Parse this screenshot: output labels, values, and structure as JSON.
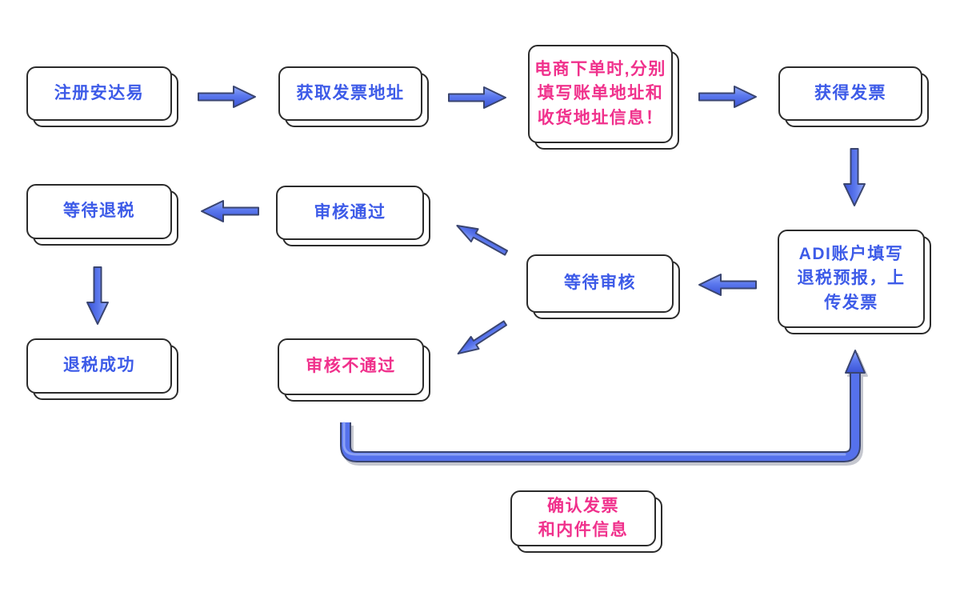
{
  "diagram": {
    "title": "tax refund process flowchart",
    "colors": {
      "primary_text": "#3d5be8",
      "accent_text": "#f0318c",
      "box_fill": "#ffffff",
      "box_border": "#2b2b2b",
      "arrow_fill_light": "#93a9f7",
      "arrow_fill_dark": "#3a53d6",
      "arrow_outline": "#3a4570"
    },
    "nodes": [
      {
        "id": "register",
        "label": "注册安达易",
        "color": "blue"
      },
      {
        "id": "get-invoice-address",
        "label": "获取发票地址",
        "color": "blue"
      },
      {
        "id": "order-fill-address",
        "label": "电商下单时,分别\n填写账单地址和\n收货地址信息！",
        "color": "pink"
      },
      {
        "id": "receive-invoice",
        "label": "获得发票",
        "color": "blue"
      },
      {
        "id": "adi-account-upload",
        "label": "ADI账户填写\n退税预报，上\n传发票",
        "color": "blue"
      },
      {
        "id": "wait-review",
        "label": "等待审核",
        "color": "blue"
      },
      {
        "id": "review-passed",
        "label": "审核通过",
        "color": "blue"
      },
      {
        "id": "wait-refund",
        "label": "等待退税",
        "color": "blue"
      },
      {
        "id": "refund-success",
        "label": "退税成功",
        "color": "blue"
      },
      {
        "id": "review-rejected",
        "label": "审核不通过",
        "color": "pink"
      },
      {
        "id": "confirm-invoice-contents",
        "label": "确认发票\n和内件信息",
        "color": "pink"
      }
    ],
    "edges": [
      {
        "from": "register",
        "to": "get-invoice-address"
      },
      {
        "from": "get-invoice-address",
        "to": "order-fill-address"
      },
      {
        "from": "order-fill-address",
        "to": "receive-invoice"
      },
      {
        "from": "receive-invoice",
        "to": "adi-account-upload"
      },
      {
        "from": "adi-account-upload",
        "to": "wait-review"
      },
      {
        "from": "wait-review",
        "to": "review-passed"
      },
      {
        "from": "review-passed",
        "to": "wait-refund"
      },
      {
        "from": "wait-refund",
        "to": "refund-success"
      },
      {
        "from": "wait-review",
        "to": "review-rejected"
      },
      {
        "from": "review-rejected",
        "to": "adi-account-upload"
      }
    ]
  }
}
